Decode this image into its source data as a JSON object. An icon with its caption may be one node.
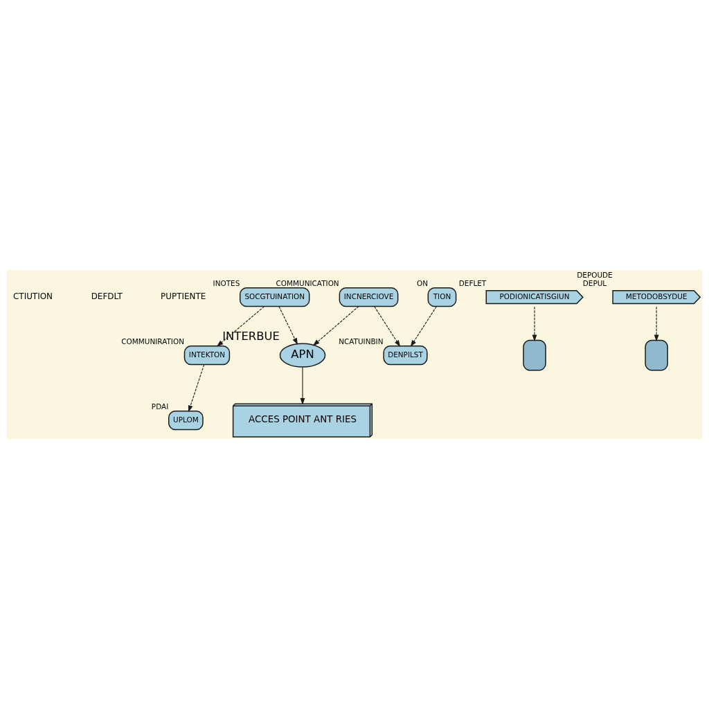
{
  "diagram": {
    "nodes": [
      {
        "text": [
          "ACCES POINT ANT RIES"
        ]
      },
      {
        "text": [
          "APN"
        ],
        "beside": [
          "INTERBUE"
        ]
      },
      {
        "text": [
          "PODIONICATISGIUN"
        ],
        "beside": [
          "DEFLET"
        ]
      },
      {
        "text": [],
        "shape": "box"
      },
      {
        "text": [
          "TION"
        ],
        "beside": [
          "ON"
        ]
      },
      {
        "text": [
          "DENPILST"
        ],
        "beside": [
          "NCATUINBIN"
        ]
      },
      {
        "text": [
          "INCNERCIOVE"
        ],
        "beside": [
          "COMMUNICATION"
        ]
      },
      {
        "text": [
          "SOCGTUINATION"
        ],
        "beside": [
          "INOTES"
        ]
      },
      {
        "text": [
          "INTEKTON"
        ],
        "beside": [
          "COMMUNIRATION"
        ]
      },
      {
        "text": [
          "UPLOM"
        ],
        "beside": [
          "PDAI"
        ]
      },
      {
        "text": [
          "METODOBSYDUE"
        ],
        "beside": [
          "DEPOUDE",
          "DEPUL"
        ]
      },
      {
        "text": [],
        "shape": "box"
      }
    ],
    "edges": [
      {
        "from": 1,
        "to": 0,
        "arrow": "to"
      },
      {
        "from": 2,
        "to": 3,
        "arrow": "to",
        "style": "dashed"
      },
      {
        "from": 4,
        "to": 5,
        "arrow": "to",
        "style": "dashed"
      },
      {
        "from": 6,
        "to": 5,
        "arrow": "to",
        "style": "dashed"
      },
      {
        "from": 6,
        "to": 1,
        "arrow": "to",
        "style": "dashed"
      },
      {
        "from": 7,
        "to": 1,
        "arrow": "to",
        "style": "dashed"
      },
      {
        "from": 7,
        "to": 8,
        "arrow": "to",
        "style": "dashed"
      },
      {
        "from": 8,
        "to": 9,
        "arrow": "to",
        "style": "dashed"
      },
      {
        "from": 10,
        "to": 11,
        "arrow": "to",
        "style": "dashed"
      }
    ],
    "labels": [
      "CTIUTION",
      "DEFDLT",
      "PUPTIENTE"
    ]
  }
}
